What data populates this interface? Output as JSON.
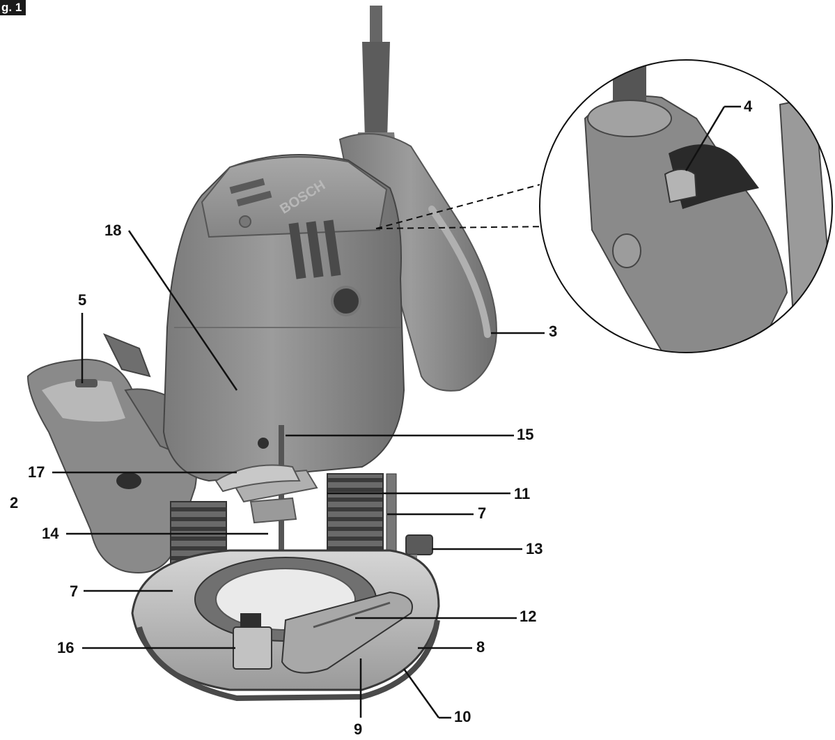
{
  "figure": {
    "tag": "g. 1",
    "brand": "BOSCH"
  },
  "labels": {
    "l18": "18",
    "l5": "5",
    "l17": "17",
    "l2": "2",
    "l14": "14",
    "l7a": "7",
    "l16": "16",
    "l4": "4",
    "l3": "3",
    "l15": "15",
    "l11": "11",
    "l7b": "7",
    "l13": "13",
    "l12": "12",
    "l8": "8",
    "l10": "10",
    "l9": "9"
  },
  "colors": {
    "body": "#8e8e8e",
    "dark": "#555555",
    "light": "#c4c4c4",
    "line": "#111111"
  }
}
